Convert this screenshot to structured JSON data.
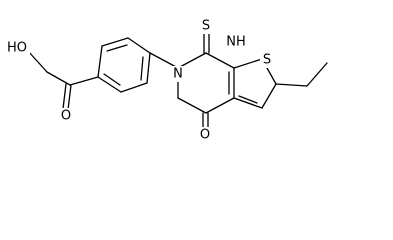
{
  "atom_labels": {
    "carboxyl_oh": "HO",
    "carbonyl_o_acid": "O",
    "thione_s": "S",
    "nh": "NH",
    "n3": "N",
    "ring_s": "S",
    "carbonyl_o_ring": "O"
  },
  "colors": {
    "bond": "#000000",
    "text": "#000000",
    "background": "#ffffff"
  }
}
